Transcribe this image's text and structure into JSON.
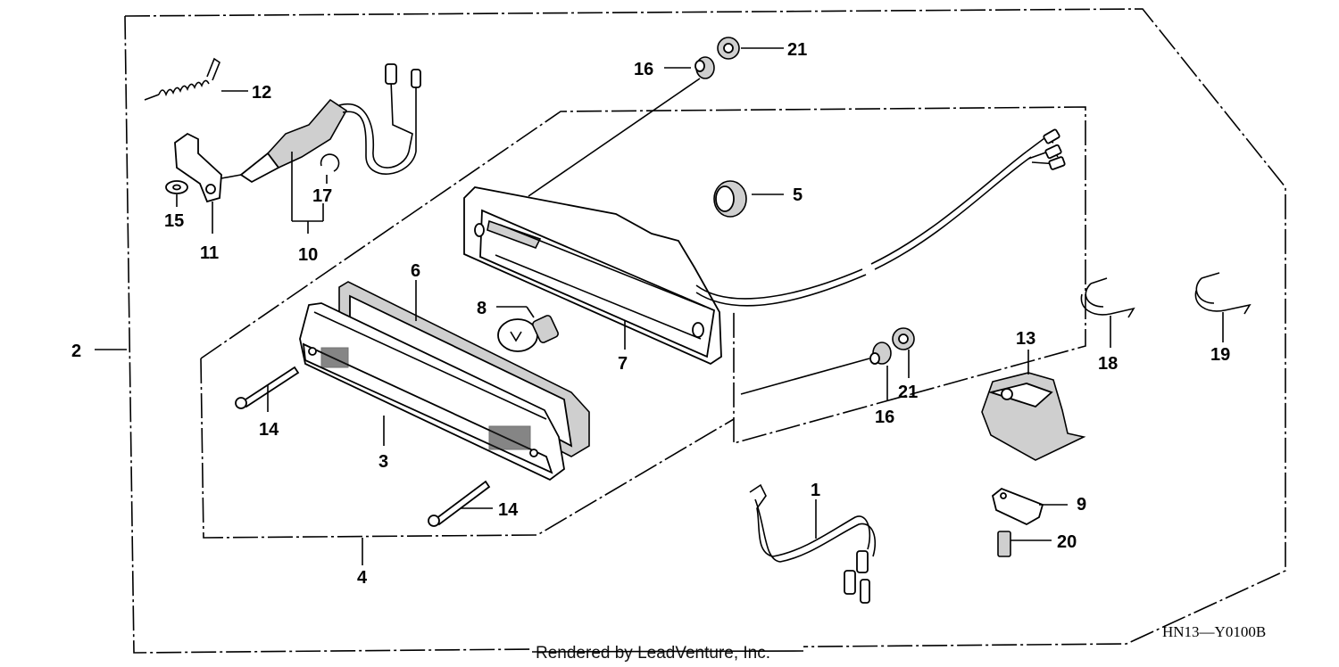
{
  "diagram": {
    "callouts": {
      "c1": "1",
      "c2": "2",
      "c3": "3",
      "c4": "4",
      "c5": "5",
      "c6": "6",
      "c7": "7",
      "c8": "8",
      "c9": "9",
      "c10": "10",
      "c11": "11",
      "c12": "12",
      "c13": "13",
      "c14a": "14",
      "c14b": "14",
      "c15": "15",
      "c16a": "16",
      "c16b": "16",
      "c17": "17",
      "c18": "18",
      "c19": "19",
      "c20": "20",
      "c21a": "21",
      "c21b": "21"
    },
    "diagram_code": "HN13—Y0100B",
    "credit": "Rendered by LeadVenture, Inc."
  }
}
